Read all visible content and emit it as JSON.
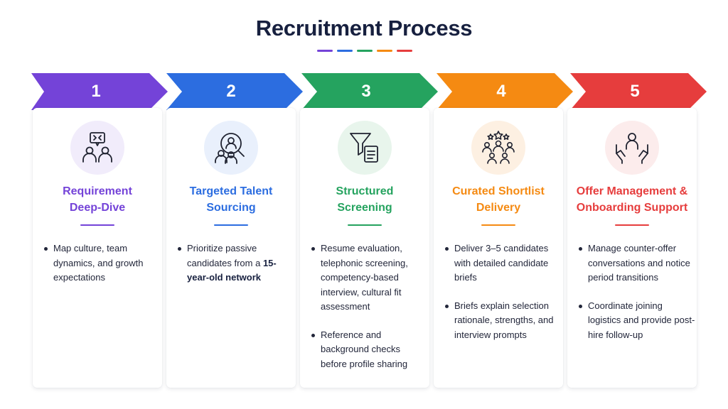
{
  "title": "Recruitment Process",
  "colors": {
    "purple": "#7443d8",
    "blue": "#2c6de0",
    "green": "#25a35f",
    "orange": "#f58a12",
    "red": "#e63d3d"
  },
  "steps": [
    {
      "number": "1",
      "title_line1": "Requirement",
      "title_line2": "Deep-Dive",
      "icon": "discussion-icon",
      "bullets": [
        {
          "text": "Map culture, team dynamics, and growth expectations",
          "bold": ""
        }
      ]
    },
    {
      "number": "2",
      "title_line1": "Targeted Talent",
      "title_line2": "Sourcing",
      "icon": "talent-search-icon",
      "bullets": [
        {
          "text": "Prioritize passive candidates from a ",
          "bold": "15-year-old network"
        }
      ]
    },
    {
      "number": "3",
      "title_line1": "Structured",
      "title_line2": "Screening",
      "icon": "filter-document-icon",
      "bullets": [
        {
          "text": "Resume evaluation, telephonic screening, competency-based interview, cultural fit assessment",
          "bold": ""
        },
        {
          "text": "Reference and background checks before profile sharing",
          "bold": ""
        }
      ]
    },
    {
      "number": "4",
      "title_line1": "Curated Shortlist",
      "title_line2": "Delivery",
      "icon": "star-candidates-icon",
      "bullets": [
        {
          "text": "Deliver 3–5 candidates with detailed candidate briefs",
          "bold": ""
        },
        {
          "text": "Briefs explain selection rationale, strengths, and interview prompts",
          "bold": ""
        }
      ]
    },
    {
      "number": "5",
      "title_line1": "Offer Management &",
      "title_line2": "Onboarding Support",
      "icon": "support-hands-icon",
      "bullets": [
        {
          "text": "Manage counter-offer conversations and notice period transitions",
          "bold": ""
        },
        {
          "text": "Coordinate joining logistics and provide post-hire follow-up",
          "bold": ""
        }
      ]
    }
  ]
}
